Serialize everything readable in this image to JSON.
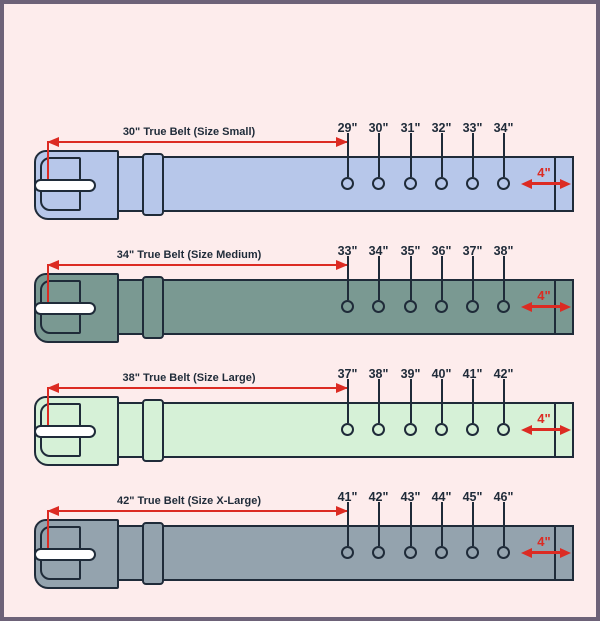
{
  "page": {
    "background_color": "#fdecec",
    "border_color": "#6d6278",
    "outline_color": "#1f2b39",
    "accent_red": "#dc2b23"
  },
  "diagram": {
    "name": "Belt true-size measurement chart",
    "belts": [
      {
        "title": "30\" True Belt (Size Small)",
        "size_name": "Size Small",
        "true_length": "30\"",
        "color": "#b7c7ea",
        "hole_labels": [
          "29\"",
          "30\"",
          "31\"",
          "32\"",
          "33\"",
          "34\""
        ],
        "tip_length_label": "4\""
      },
      {
        "title": "34\" True Belt (Size Medium)",
        "size_name": "Size Medium",
        "true_length": "34\"",
        "color": "#7a9992",
        "hole_labels": [
          "33\"",
          "34\"",
          "35\"",
          "36\"",
          "37\"",
          "38\""
        ],
        "tip_length_label": "4\""
      },
      {
        "title": "38\" True Belt (Size Large)",
        "size_name": "Size Large",
        "true_length": "38\"",
        "color": "#d6f1d7",
        "hole_labels": [
          "37\"",
          "38\"",
          "39\"",
          "40\"",
          "41\"",
          "42\""
        ],
        "tip_length_label": "4\""
      },
      {
        "title": "42\" True Belt (Size X-Large)",
        "size_name": "Size X-Large",
        "true_length": "42\"",
        "color": "#94a3ae",
        "hole_labels": [
          "41\"",
          "42\"",
          "43\"",
          "44\"",
          "45\"",
          "46\""
        ],
        "tip_length_label": "4\""
      }
    ]
  }
}
